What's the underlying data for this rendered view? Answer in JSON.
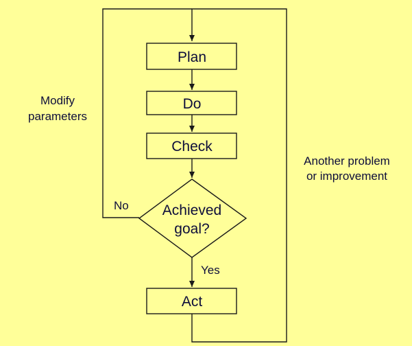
{
  "colors": {
    "background": "#ffff99",
    "stroke": "#1a1a1a",
    "text": "#0d0d3a"
  },
  "steps": {
    "plan": "Plan",
    "do": "Do",
    "check": "Check",
    "decision_line1": "Achieved",
    "decision_line2": "goal?",
    "act": "Act"
  },
  "branches": {
    "no": "No",
    "yes": "Yes"
  },
  "loops": {
    "left_line1": "Modify",
    "left_line2": "parameters",
    "right_line1": "Another problem",
    "right_line2": "or improvement"
  }
}
